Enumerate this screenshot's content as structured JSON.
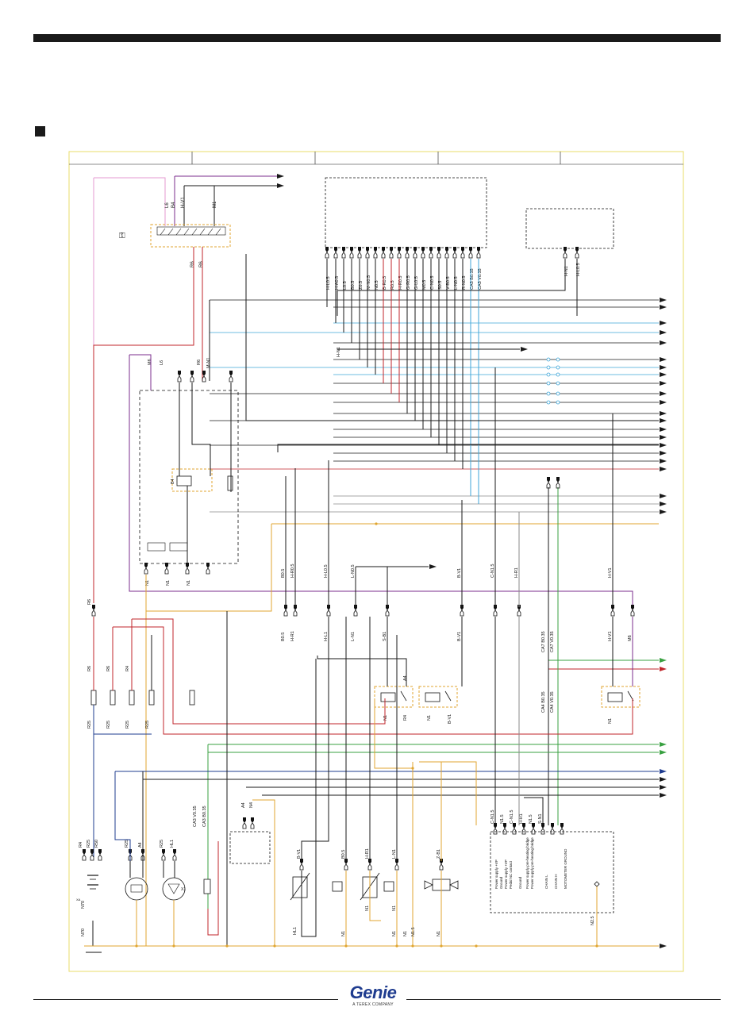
{
  "header": {
    "bullet": "section-bullet"
  },
  "footer": {
    "logo_text": "Genie",
    "logo_tagline": "A TEREX COMPANY"
  },
  "colors": {
    "frame": "#e8dc6a",
    "black": "#1a1a1a",
    "red": "#c0262b",
    "blue": "#1f3c8f",
    "green": "#3aa142",
    "purple": "#7b2d8e",
    "pink": "#e49ad0",
    "orange": "#e0a530",
    "gray": "#8a8a8a",
    "cyan": "#3fa6d8"
  },
  "labels": {
    "top_switch": [
      "L6",
      "B4",
      "H-V1",
      "M1"
    ],
    "switch_bottom": [
      "R6",
      "R6"
    ],
    "ecu_pins": [
      "H-L0.5",
      "H-A0.5",
      "L0.5",
      "B0.5",
      "Z0.5",
      "M-N0.5",
      "N0.5",
      "B-R0.5",
      "R0.5",
      "H-R0.5",
      "G-R0.5",
      "G-L0.5",
      "M0.5",
      "C-N0.5",
      "S0.5",
      "V-B0.5",
      "L-N0.5",
      "R-N0.5",
      "CA5 B0.35",
      "CA5 V0.35"
    ],
    "right_box_pins": [
      "H-N1",
      "H-L0.5"
    ],
    "left_box_top": [
      "M6",
      "L6",
      "R6",
      "M-N1"
    ],
    "hn1_mid": "H-N1",
    "b4_relay": "B4",
    "left_box_bottom": [
      "N1",
      "N1",
      "N1"
    ],
    "mid_row_upper": [
      "B0.5",
      "H-R0.5",
      "H-L0.5",
      "L-N0.5",
      "B-V1",
      "C-N1.5",
      "H-R1",
      "H-V1"
    ],
    "r6_left": "R6",
    "mid_row_lower": [
      "B0.5",
      "H-R1",
      "H-L1",
      "L-N1",
      "S-B1",
      "B-V1",
      "H-V1",
      "M6"
    ],
    "ca_pair_upper": [
      "CA7 B0.35",
      "CA7 V0.35"
    ],
    "ca_pair_lower": [
      "CA4 B0.35",
      "CA4 V0.35"
    ],
    "relay_labels": [
      "A4",
      "N1",
      "R4",
      "N1",
      "B-V1",
      "N1"
    ],
    "fuse_top": [
      "R6",
      "R6",
      "R4"
    ],
    "fuse_bottom": [
      "R25",
      "R25",
      "R25",
      "R25"
    ],
    "ca3": [
      "CA3 V0.35",
      "CA3 B0.35"
    ],
    "a4n4": [
      "A4",
      "N4"
    ],
    "lower_left": [
      "R4",
      "R25",
      "R50",
      "R25",
      "A4",
      "R25",
      "HL1",
      "N70",
      "N70"
    ],
    "lower_mid": [
      "B-V1",
      "B0.5",
      "H-R1",
      "L-N1",
      "Z-B1",
      "HL1",
      "N1",
      "N1",
      "N1",
      "N1",
      "N1.5",
      "N1",
      "N1"
    ],
    "bottom_right_pins": [
      "C-N1.5",
      "N1.5",
      "C-N1.5",
      "H-R1",
      "N1.5",
      "S-N1"
    ],
    "bottom_right_desc": [
      "Power supply +VP",
      "Ground",
      "Power supply +VP",
      "Pedal NC contact",
      "Ground",
      "Power supply pre-heating bridge",
      "Power supply pre-heating bridge",
      "CHAIN L",
      "CHAIN H",
      "MOTOMETER GROUND"
    ],
    "n25": "N2.5",
    "tiny_codes": [
      "XA",
      "X1"
    ]
  }
}
